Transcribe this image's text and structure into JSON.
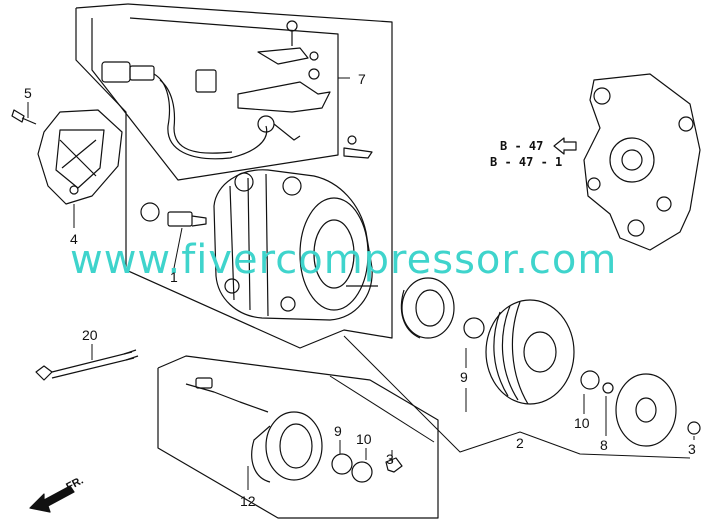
{
  "callouts": {
    "c1": "1",
    "c2": "2",
    "c3a": "3",
    "c3b": "3",
    "c4": "4",
    "c5": "5",
    "c7": "7",
    "c8": "8",
    "c9a": "9",
    "c9b": "9",
    "c10a": "10",
    "c10b": "10",
    "c12": "12",
    "c20": "20"
  },
  "refs": {
    "r1": "B - 47",
    "r2": "B - 47 - 1"
  },
  "watermark": "www.fivercompressor.com",
  "front_label": "FR.",
  "colors": {
    "watermark": "#3fd4cc",
    "ink": "#111111"
  }
}
